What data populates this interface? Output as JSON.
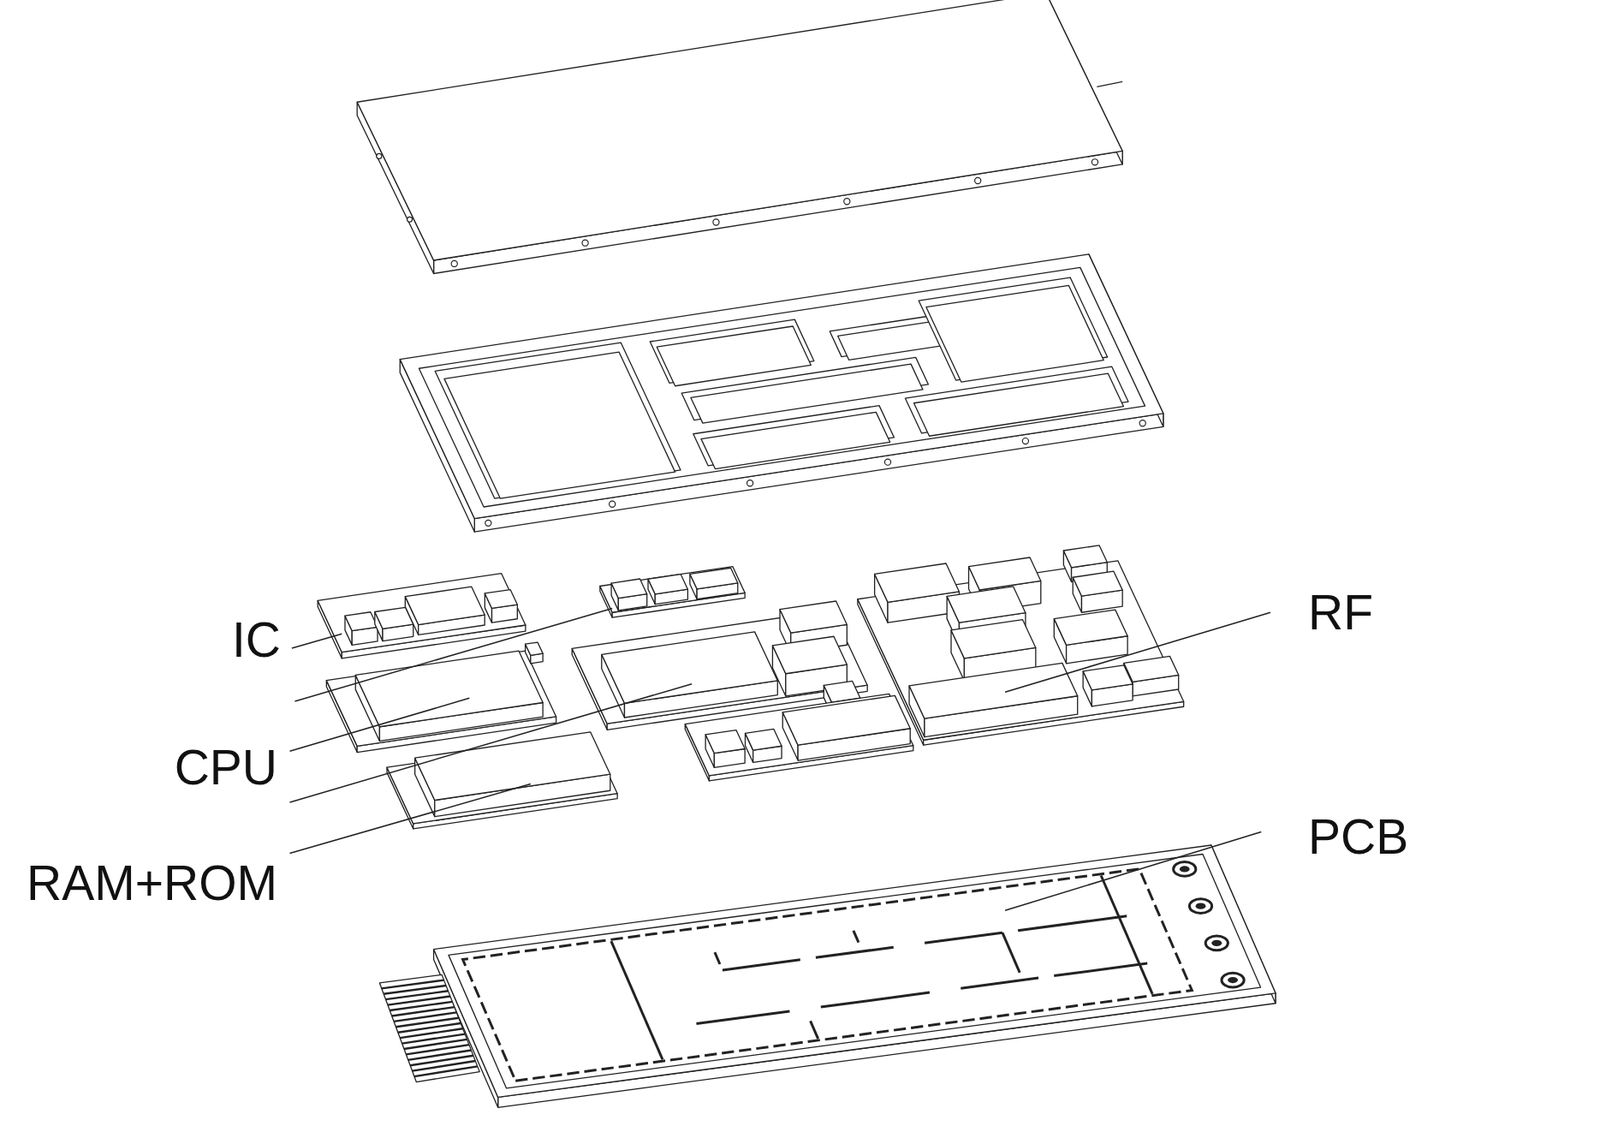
{
  "diagram": {
    "labels": [
      "IC",
      "CPU",
      "RAM+ROM",
      "RF",
      "PCB"
    ]
  }
}
